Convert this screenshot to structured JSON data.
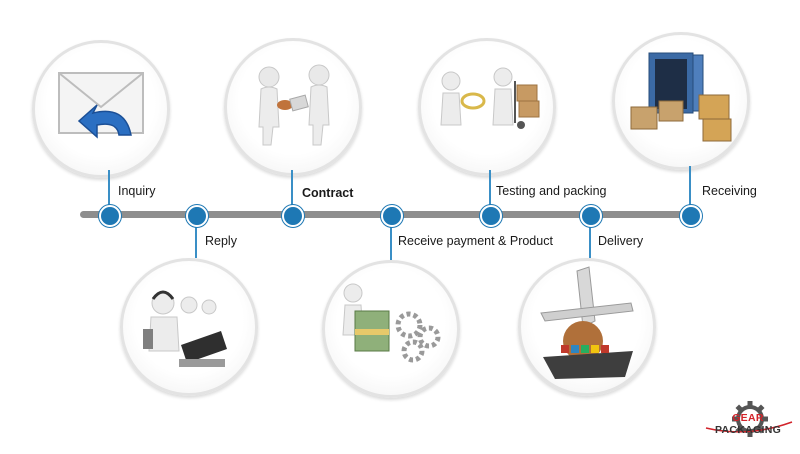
{
  "steps": {
    "inquiry": "Inquiry",
    "reply": "Reply",
    "contract": "Contract",
    "receive_payment": "Receive payment & Product",
    "testing_packing": "Testing and packing",
    "delivery": "Delivery",
    "receiving": "Receiving"
  },
  "logo": {
    "word1": "GEAR",
    "word2": " PACKAGING"
  },
  "colors": {
    "node": "#1e78b4",
    "bar": "#8e8e8e",
    "logo_red": "#d2232a"
  }
}
